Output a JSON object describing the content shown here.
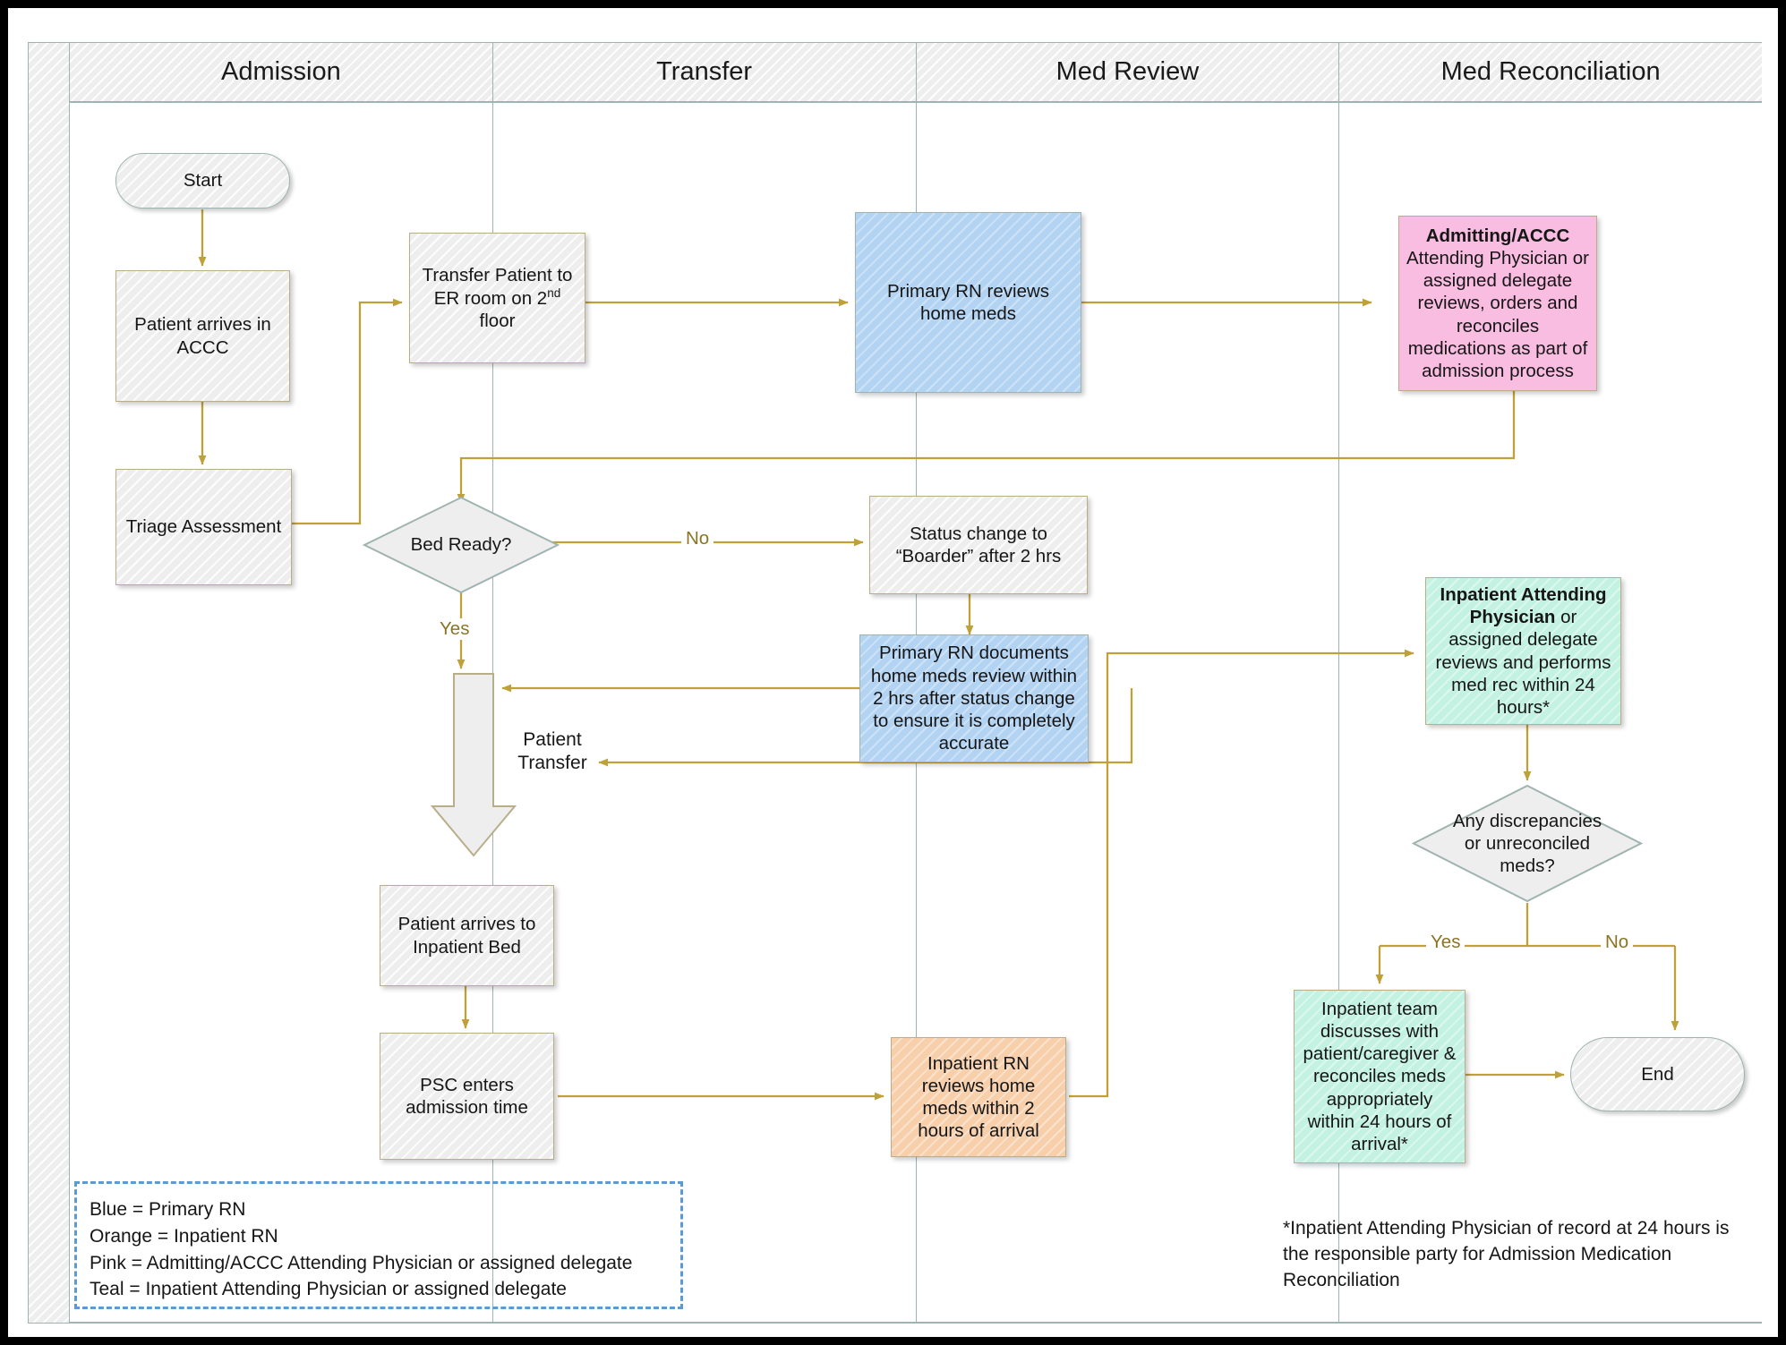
{
  "lanes": [
    {
      "id": "admission",
      "label": "Admission"
    },
    {
      "id": "transfer",
      "label": "Transfer"
    },
    {
      "id": "med-review",
      "label": "Med Review"
    },
    {
      "id": "med-reconciliation",
      "label": "Med Reconciliation"
    }
  ],
  "nodes": {
    "start": {
      "label": "Start",
      "type": "terminator",
      "lane": "admission",
      "color": "gray"
    },
    "patient_arrives_accc": {
      "label": "Patient arrives in ACCC",
      "type": "process",
      "lane": "admission",
      "color": "gray"
    },
    "triage": {
      "label": "Triage Assessment",
      "type": "process",
      "lane": "admission",
      "color": "gray"
    },
    "transfer_er": {
      "label_part1": "Transfer Patient to ER room on 2",
      "label_sup": "nd",
      "label_part2": " floor",
      "type": "process",
      "lane": "transfer",
      "color": "gray"
    },
    "bed_ready": {
      "label": "Bed Ready?",
      "type": "decision",
      "lane": "transfer",
      "color": "gray"
    },
    "patient_transfer_arrow": {
      "label": "Patient Transfer",
      "type": "block-arrow",
      "lane": "transfer"
    },
    "patient_arrives_bed": {
      "label": "Patient arrives to Inpatient Bed",
      "type": "process",
      "lane": "transfer",
      "color": "gray"
    },
    "psc_admission_time": {
      "label": "PSC enters admission time",
      "type": "process",
      "lane": "transfer",
      "color": "gray"
    },
    "primary_rn_reviews": {
      "label": "Primary RN reviews home meds",
      "type": "process",
      "lane": "med-review",
      "color": "blue"
    },
    "status_change_boarder": {
      "label": "Status change to “Boarder” after 2 hrs",
      "type": "process",
      "lane": "med-review",
      "color": "gray"
    },
    "primary_rn_documents": {
      "label": "Primary RN documents home meds review within 2 hrs after status change to ensure it is completely accurate",
      "type": "process",
      "lane": "med-review",
      "color": "blue"
    },
    "inpatient_rn_reviews": {
      "label": "Inpatient RN reviews home meds within 2 hours of arrival",
      "type": "process",
      "lane": "med-review",
      "color": "orange"
    },
    "admitting_accc": {
      "title": "Admitting/ACCC",
      "body": "Attending Physician or assigned delegate reviews, orders and reconciles medications as part of admission process",
      "type": "process",
      "lane": "med-reconciliation",
      "color": "pink"
    },
    "inpatient_attending": {
      "title": "Inpatient Attending Physician",
      "body": " or assigned delegate reviews and performs med rec within 24 hours*",
      "type": "process",
      "lane": "med-reconciliation",
      "color": "teal"
    },
    "any_discrepancies": {
      "label": "Any discrepancies or unreconciled meds?",
      "type": "decision",
      "lane": "med-reconciliation",
      "color": "gray"
    },
    "inpatient_team": {
      "label": "Inpatient team discusses with patient/caregiver & reconciles meds appropriately within 24 hours of arrival*",
      "type": "process",
      "lane": "med-reconciliation",
      "color": "teal"
    },
    "end": {
      "label": "End",
      "type": "terminator",
      "lane": "med-reconciliation",
      "color": "gray"
    }
  },
  "edge_labels": {
    "bed_ready_no": "No",
    "bed_ready_yes": "Yes",
    "discrepancies_yes": "Yes",
    "discrepancies_no": "No"
  },
  "annotations": {
    "patient_transfer": "Patient\nTransfer"
  },
  "legend": {
    "line1": "Blue = Primary RN",
    "line2": "Orange = Inpatient RN",
    "line3": "Pink = Admitting/ACCC Attending Physician or assigned delegate",
    "line4": "Teal = Inpatient Attending Physician or assigned delegate"
  },
  "footnote": {
    "text": "*Inpatient Attending Physician of record at 24 hours is the responsible party for Admission Medication Reconciliation"
  },
  "colors": {
    "blue": "#b3d3f2",
    "orange": "#f7cfab",
    "pink": "#f9bde2",
    "teal": "#c3f2e2",
    "gray": "#eeeeee",
    "connector": "#bfa13a",
    "lane_border": "#9fb3b0",
    "shape_border": "#b8ae8a",
    "legend_border": "#5b9bd5"
  }
}
